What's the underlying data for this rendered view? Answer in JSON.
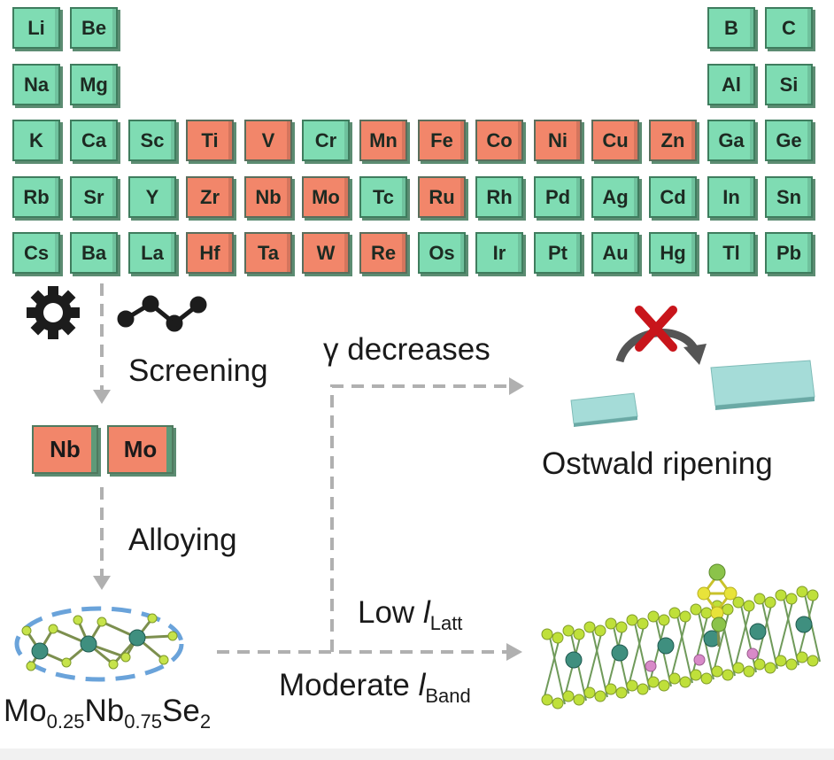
{
  "periodic_table": {
    "rows": [
      [
        {
          "s": "Li",
          "hl": false
        },
        {
          "s": "Be",
          "hl": false
        },
        null,
        null,
        null,
        null,
        null,
        null,
        null,
        null,
        null,
        null,
        {
          "s": "B",
          "hl": false
        },
        {
          "s": "C",
          "hl": false
        }
      ],
      [
        {
          "s": "Na",
          "hl": false
        },
        {
          "s": "Mg",
          "hl": false
        },
        null,
        null,
        null,
        null,
        null,
        null,
        null,
        null,
        null,
        null,
        {
          "s": "Al",
          "hl": false
        },
        {
          "s": "Si",
          "hl": false
        }
      ],
      [
        {
          "s": "K",
          "hl": false
        },
        {
          "s": "Ca",
          "hl": false
        },
        {
          "s": "Sc",
          "hl": false
        },
        {
          "s": "Ti",
          "hl": true
        },
        {
          "s": "V",
          "hl": true
        },
        {
          "s": "Cr",
          "hl": false
        },
        {
          "s": "Mn",
          "hl": true
        },
        {
          "s": "Fe",
          "hl": true
        },
        {
          "s": "Co",
          "hl": true
        },
        {
          "s": "Ni",
          "hl": true
        },
        {
          "s": "Cu",
          "hl": true
        },
        {
          "s": "Zn",
          "hl": true
        },
        {
          "s": "Ga",
          "hl": false
        },
        {
          "s": "Ge",
          "hl": false
        }
      ],
      [
        {
          "s": "Rb",
          "hl": false
        },
        {
          "s": "Sr",
          "hl": false
        },
        {
          "s": "Y",
          "hl": false
        },
        {
          "s": "Zr",
          "hl": true
        },
        {
          "s": "Nb",
          "hl": true
        },
        {
          "s": "Mo",
          "hl": true
        },
        {
          "s": "Tc",
          "hl": false
        },
        {
          "s": "Ru",
          "hl": true
        },
        {
          "s": "Rh",
          "hl": false
        },
        {
          "s": "Pd",
          "hl": false
        },
        {
          "s": "Ag",
          "hl": false
        },
        {
          "s": "Cd",
          "hl": false
        },
        {
          "s": "In",
          "hl": false
        },
        {
          "s": "Sn",
          "hl": false
        }
      ],
      [
        {
          "s": "Cs",
          "hl": false
        },
        {
          "s": "Ba",
          "hl": false
        },
        {
          "s": "La",
          "hl": false
        },
        {
          "s": "Hf",
          "hl": true
        },
        {
          "s": "Ta",
          "hl": true
        },
        {
          "s": "W",
          "hl": true
        },
        {
          "s": "Re",
          "hl": true
        },
        {
          "s": "Os",
          "hl": false
        },
        {
          "s": "Ir",
          "hl": false
        },
        {
          "s": "Pt",
          "hl": false
        },
        {
          "s": "Au",
          "hl": false
        },
        {
          "s": "Hg",
          "hl": false
        },
        {
          "s": "Tl",
          "hl": false
        },
        {
          "s": "Pb",
          "hl": false
        }
      ]
    ]
  },
  "colors": {
    "tile_green": "#7fdcb3",
    "tile_red": "#f2866a",
    "arrow_gray": "#b0b0b0",
    "flake": "#9fd9d6",
    "ellipse_blue": "#6aa3da",
    "cross_red": "#c8151b",
    "atom_green": "#9acd32",
    "atom_teal": "#3f8f7f"
  },
  "icons": [
    "gear-icon",
    "network-icon",
    "cross-icon",
    "curved-arrow-icon"
  ],
  "labels": {
    "screening": "Screening",
    "alloying": "Alloying",
    "gamma_decreases": "γ decreases",
    "ostwald": "Ostwald ripening",
    "low_latt_prefix": "Low ",
    "low_latt_var": "l",
    "low_latt_sub": "Latt",
    "moderate_band_prefix": "Moderate ",
    "moderate_band_var": "l",
    "moderate_band_sub": "Band"
  },
  "selected_elements": [
    "Nb",
    "Mo"
  ],
  "formula": {
    "el1": "Mo",
    "sub1": "0.25",
    "el2": "Nb",
    "sub2": "0.75",
    "el3": "Se",
    "sub3": "2"
  }
}
